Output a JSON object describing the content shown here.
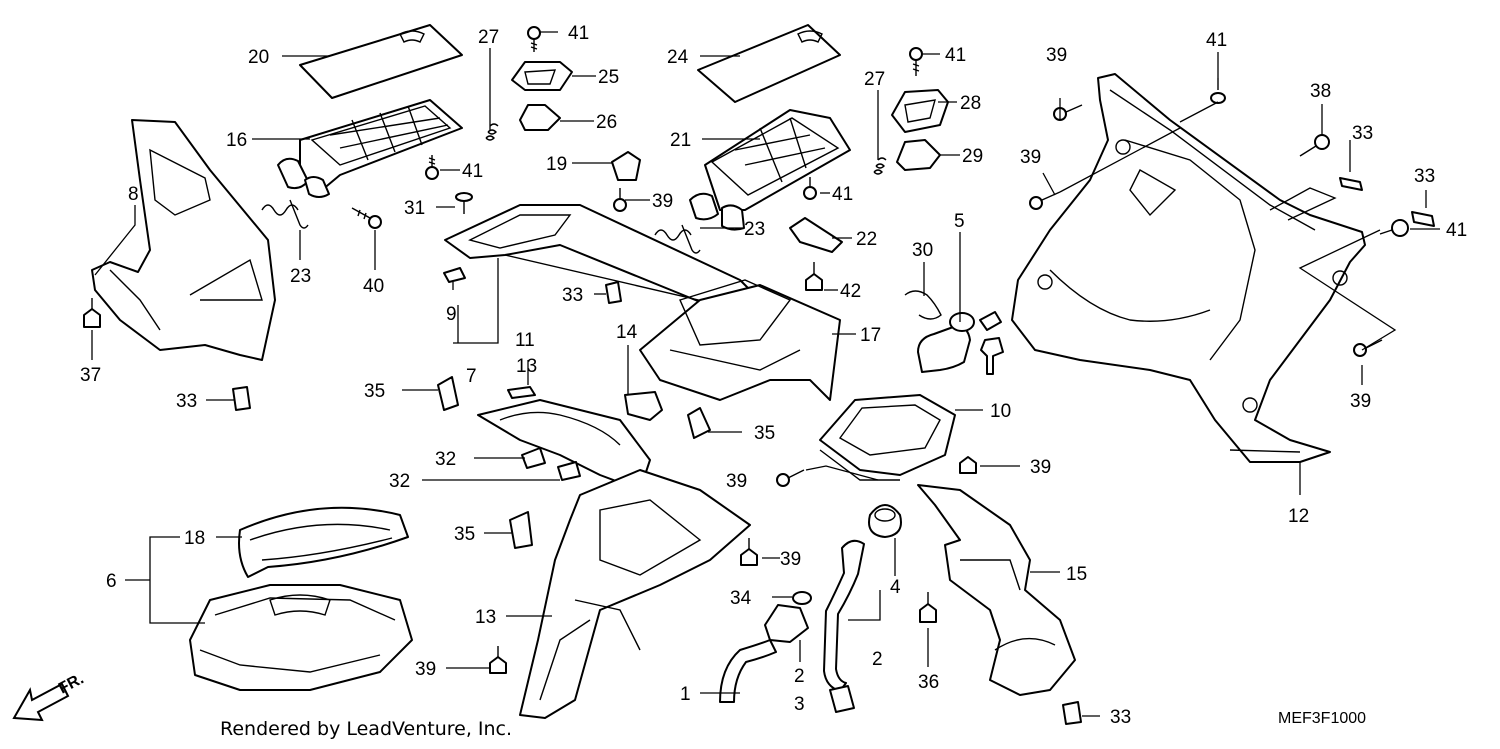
{
  "diagram": {
    "credit": "Rendered by LeadVenture, Inc.",
    "code": "MEF3F1000",
    "direction_label": "FR.",
    "callouts": [
      {
        "id": "c20",
        "label": "20"
      },
      {
        "id": "c27a",
        "label": "27"
      },
      {
        "id": "c41a",
        "label": "41"
      },
      {
        "id": "c25",
        "label": "25"
      },
      {
        "id": "c26",
        "label": "26"
      },
      {
        "id": "c16",
        "label": "16"
      },
      {
        "id": "c41b",
        "label": "41"
      },
      {
        "id": "c8",
        "label": "8"
      },
      {
        "id": "c31",
        "label": "31"
      },
      {
        "id": "c23a",
        "label": "23"
      },
      {
        "id": "c40",
        "label": "40"
      },
      {
        "id": "c37",
        "label": "37"
      },
      {
        "id": "c33a",
        "label": "33"
      },
      {
        "id": "c24",
        "label": "24"
      },
      {
        "id": "c21",
        "label": "21"
      },
      {
        "id": "c19",
        "label": "19"
      },
      {
        "id": "c39a",
        "label": "39"
      },
      {
        "id": "c41c",
        "label": "41"
      },
      {
        "id": "c23b",
        "label": "23"
      },
      {
        "id": "c22",
        "label": "22"
      },
      {
        "id": "c42",
        "label": "42"
      },
      {
        "id": "c9",
        "label": "9"
      },
      {
        "id": "c7",
        "label": "7"
      },
      {
        "id": "c33b",
        "label": "33"
      },
      {
        "id": "c11",
        "label": "11"
      },
      {
        "id": "c13a",
        "label": "13"
      },
      {
        "id": "c14",
        "label": "14"
      },
      {
        "id": "c17",
        "label": "17"
      },
      {
        "id": "c35a",
        "label": "35"
      },
      {
        "id": "c35b",
        "label": "35"
      },
      {
        "id": "c32a",
        "label": "32"
      },
      {
        "id": "c32b",
        "label": "32"
      },
      {
        "id": "c35c",
        "label": "35"
      },
      {
        "id": "c18",
        "label": "18"
      },
      {
        "id": "c6",
        "label": "6"
      },
      {
        "id": "c13b",
        "label": "13"
      },
      {
        "id": "c39b",
        "label": "39"
      },
      {
        "id": "c39c",
        "label": "39"
      },
      {
        "id": "c41d",
        "label": "41"
      },
      {
        "id": "c27b",
        "label": "27"
      },
      {
        "id": "c28",
        "label": "28"
      },
      {
        "id": "c29",
        "label": "29"
      },
      {
        "id": "c30",
        "label": "30"
      },
      {
        "id": "c5",
        "label": "5"
      },
      {
        "id": "c10",
        "label": "10"
      },
      {
        "id": "c39d",
        "label": "39"
      },
      {
        "id": "c39e",
        "label": "39"
      },
      {
        "id": "c39f",
        "label": "39"
      },
      {
        "id": "c34",
        "label": "34"
      },
      {
        "id": "c4",
        "label": "4"
      },
      {
        "id": "c2a",
        "label": "2"
      },
      {
        "id": "c2b",
        "label": "2"
      },
      {
        "id": "c3",
        "label": "3"
      },
      {
        "id": "c1",
        "label": "1"
      },
      {
        "id": "c15",
        "label": "15"
      },
      {
        "id": "c36",
        "label": "36"
      },
      {
        "id": "c33c",
        "label": "33"
      },
      {
        "id": "c39g",
        "label": "39"
      },
      {
        "id": "c41e",
        "label": "41"
      },
      {
        "id": "c39h",
        "label": "39"
      },
      {
        "id": "c38",
        "label": "38"
      },
      {
        "id": "c33d",
        "label": "33"
      },
      {
        "id": "c33e",
        "label": "33"
      },
      {
        "id": "c41f",
        "label": "41"
      },
      {
        "id": "c39i",
        "label": "39"
      },
      {
        "id": "c12",
        "label": "12"
      }
    ]
  }
}
